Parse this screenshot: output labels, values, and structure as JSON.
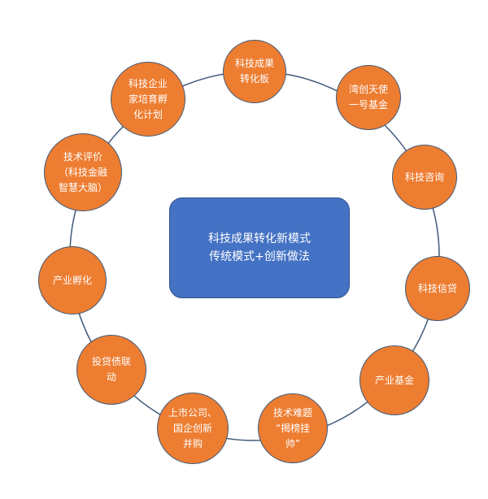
{
  "center": {
    "lines": [
      "科技成果转化新模式",
      "传统模式+创新做法"
    ]
  },
  "nodes": [
    {
      "lines": [
        "科技成果",
        "转化板"
      ]
    },
    {
      "lines": [
        "湾创天使",
        "一号基金"
      ]
    },
    {
      "lines": [
        "科技咨询"
      ]
    },
    {
      "lines": [
        "科技信贷"
      ]
    },
    {
      "lines": [
        "产业基金"
      ]
    },
    {
      "lines": [
        "技术难题",
        "“揭榜挂",
        "帅”"
      ]
    },
    {
      "lines": [
        "上市公司、",
        "国企创新",
        "并购"
      ]
    },
    {
      "lines": [
        "投贷债联",
        "动"
      ]
    },
    {
      "lines": [
        "产业孵化"
      ]
    },
    {
      "lines": [
        "技术评价",
        "（科技金融",
        "智慧大脑）"
      ]
    },
    {
      "lines": [
        "科技企业",
        "家培育孵",
        "化计划"
      ]
    }
  ],
  "colors": {
    "node": "#ed7d31",
    "center": "#4472c4",
    "ring": "#3f5a7a"
  }
}
